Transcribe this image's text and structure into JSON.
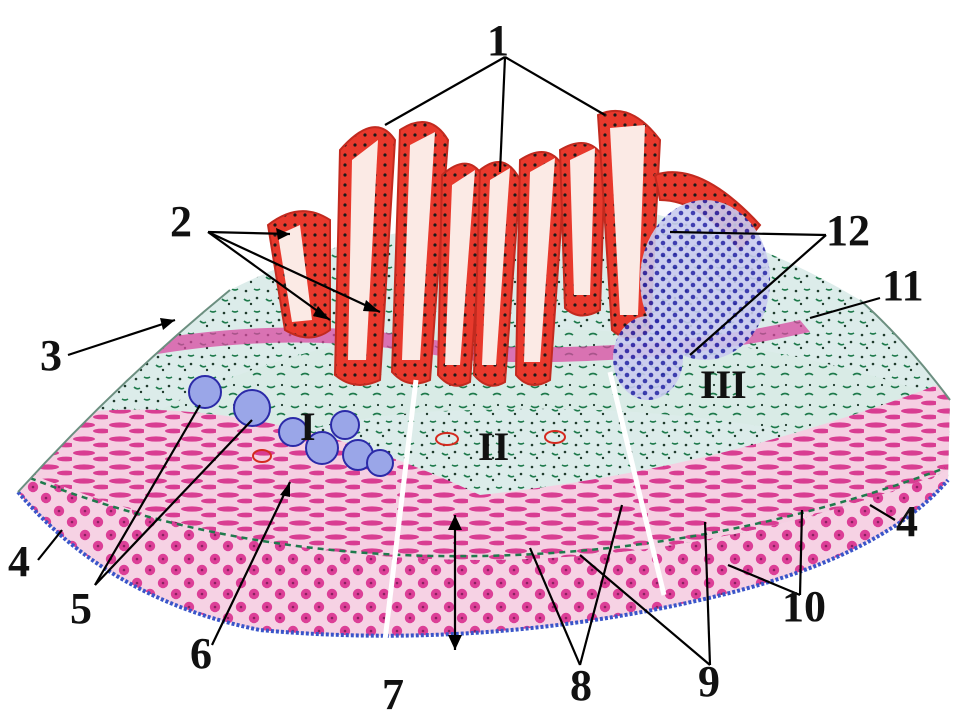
{
  "labels": {
    "l1": "1",
    "l2": "2",
    "l3": "3",
    "l4a": "4",
    "l4b": "4",
    "l5": "5",
    "l6": "6",
    "l7": "7",
    "l8": "8",
    "l9": "9",
    "l10": "10",
    "l11": "11",
    "l12": "12"
  },
  "zones": {
    "z1": "I",
    "z2": "II",
    "z3": "III"
  },
  "colors": {
    "epithelium": "#e8392c",
    "epithelium_fill": "#f5d9d2",
    "lamina": "#dfeee8",
    "muscle_pink": "#e0489a",
    "muscle_bg": "#f4c7de",
    "lymph_blue": "#2b2aa8",
    "serosa_blue": "#3a55c9",
    "fiber_green": "#1f7a4c",
    "nuclei": "#1a1a1a"
  }
}
